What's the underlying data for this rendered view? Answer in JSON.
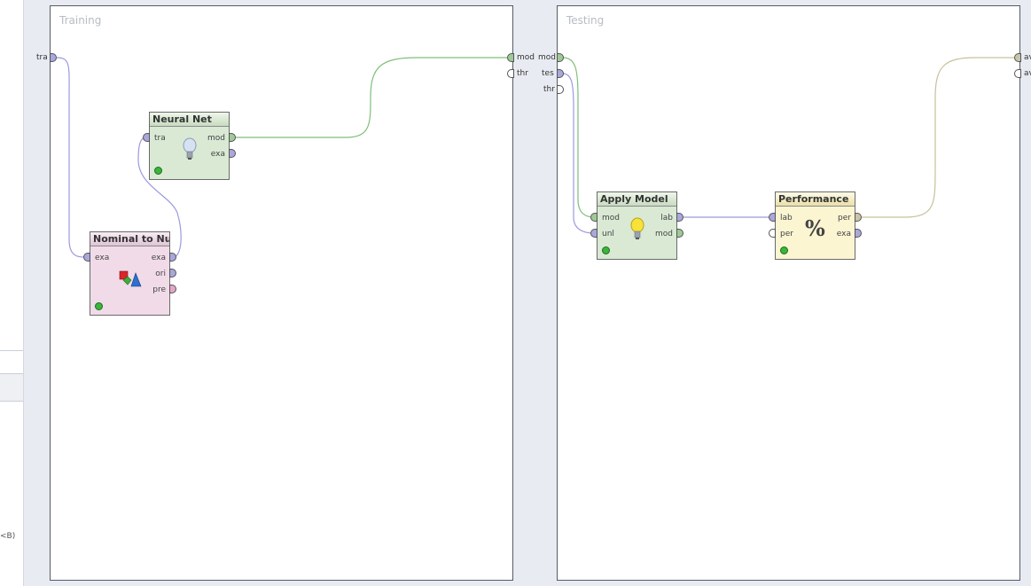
{
  "left_strip": {
    "fragment": "<B)"
  },
  "training": {
    "title": "Training",
    "inputs": [
      "tra"
    ],
    "outputs": [
      "mod",
      "thr"
    ]
  },
  "testing": {
    "title": "Testing",
    "inputs": [
      "mod",
      "tes",
      "thr"
    ],
    "outputs": [
      "av",
      "av"
    ]
  },
  "operators": {
    "neural_net": {
      "title": "Neural Net",
      "in": [
        "tra"
      ],
      "out": [
        "mod",
        "exa"
      ],
      "icon": "lightbulb-icon"
    },
    "nominal_to_numerical": {
      "title": "Nominal to Nu...",
      "in": [
        "exa"
      ],
      "out": [
        "exa",
        "ori",
        "pre"
      ],
      "icon": "shapes-convert-icon"
    },
    "apply_model": {
      "title": "Apply Model",
      "in": [
        "mod",
        "unl"
      ],
      "out": [
        "lab",
        "mod"
      ],
      "icon": "lightbulb-yellow-icon"
    },
    "performance": {
      "title": "Performance",
      "in": [
        "lab",
        "per"
      ],
      "out": [
        "per",
        "exa"
      ],
      "icon": "percent-icon",
      "icon_glyph": "%"
    }
  },
  "colors": {
    "example_port": "#a9a7dd",
    "model_port": "#9fc997",
    "preprocessing_port": "#e6a5c8",
    "performance_port": "#c9c6a8",
    "model_wire": "#7fbf7a",
    "example_wire": "#9b99de",
    "performance_wire": "#c9c09a"
  }
}
